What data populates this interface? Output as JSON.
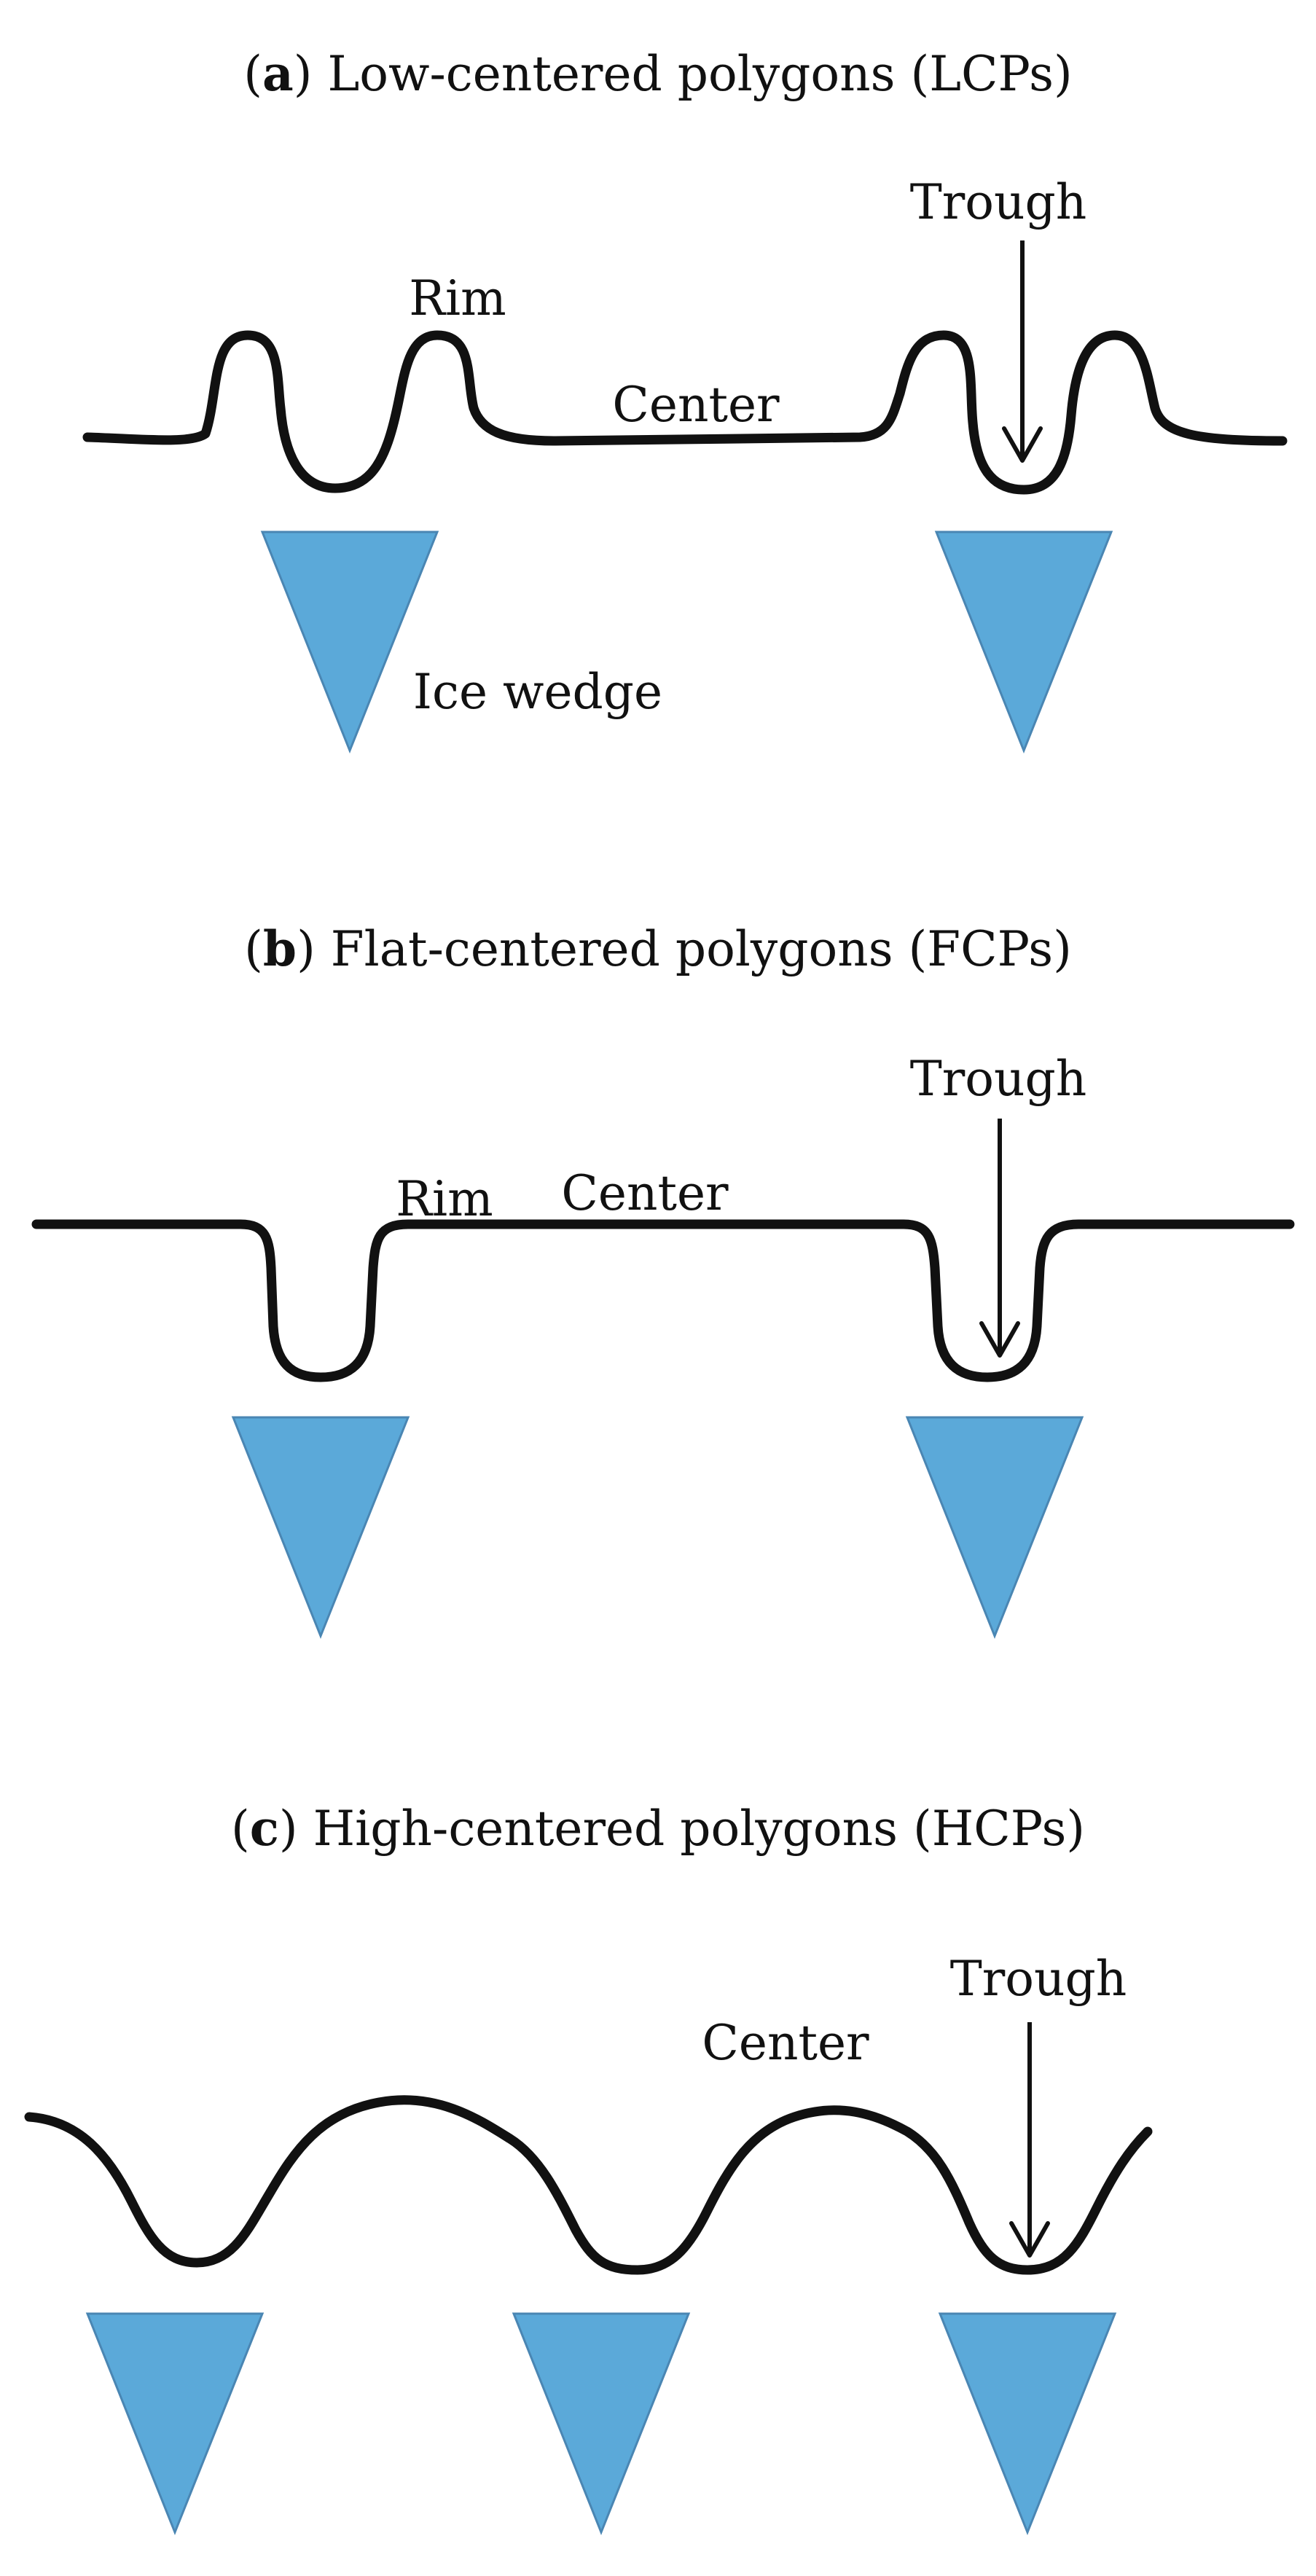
{
  "colors": {
    "ice_wedge": "#5ba9d9",
    "line": "#111111"
  },
  "panels": [
    {
      "caption_letter": "a",
      "caption_text": "Low-centered polygons (LCPs)",
      "labels": {
        "rim": "Rim",
        "center": "Center",
        "trough": "Trough",
        "ice_wedge": "Ice wedge"
      }
    },
    {
      "caption_letter": "b",
      "caption_text": "Flat-centered polygons (FCPs)",
      "labels": {
        "rim": "Rim",
        "center": "Center",
        "trough": "Trough"
      }
    },
    {
      "caption_letter": "c",
      "caption_text": "High-centered polygons (HCPs)",
      "labels": {
        "center": "Center",
        "trough": "Trough"
      }
    }
  ]
}
